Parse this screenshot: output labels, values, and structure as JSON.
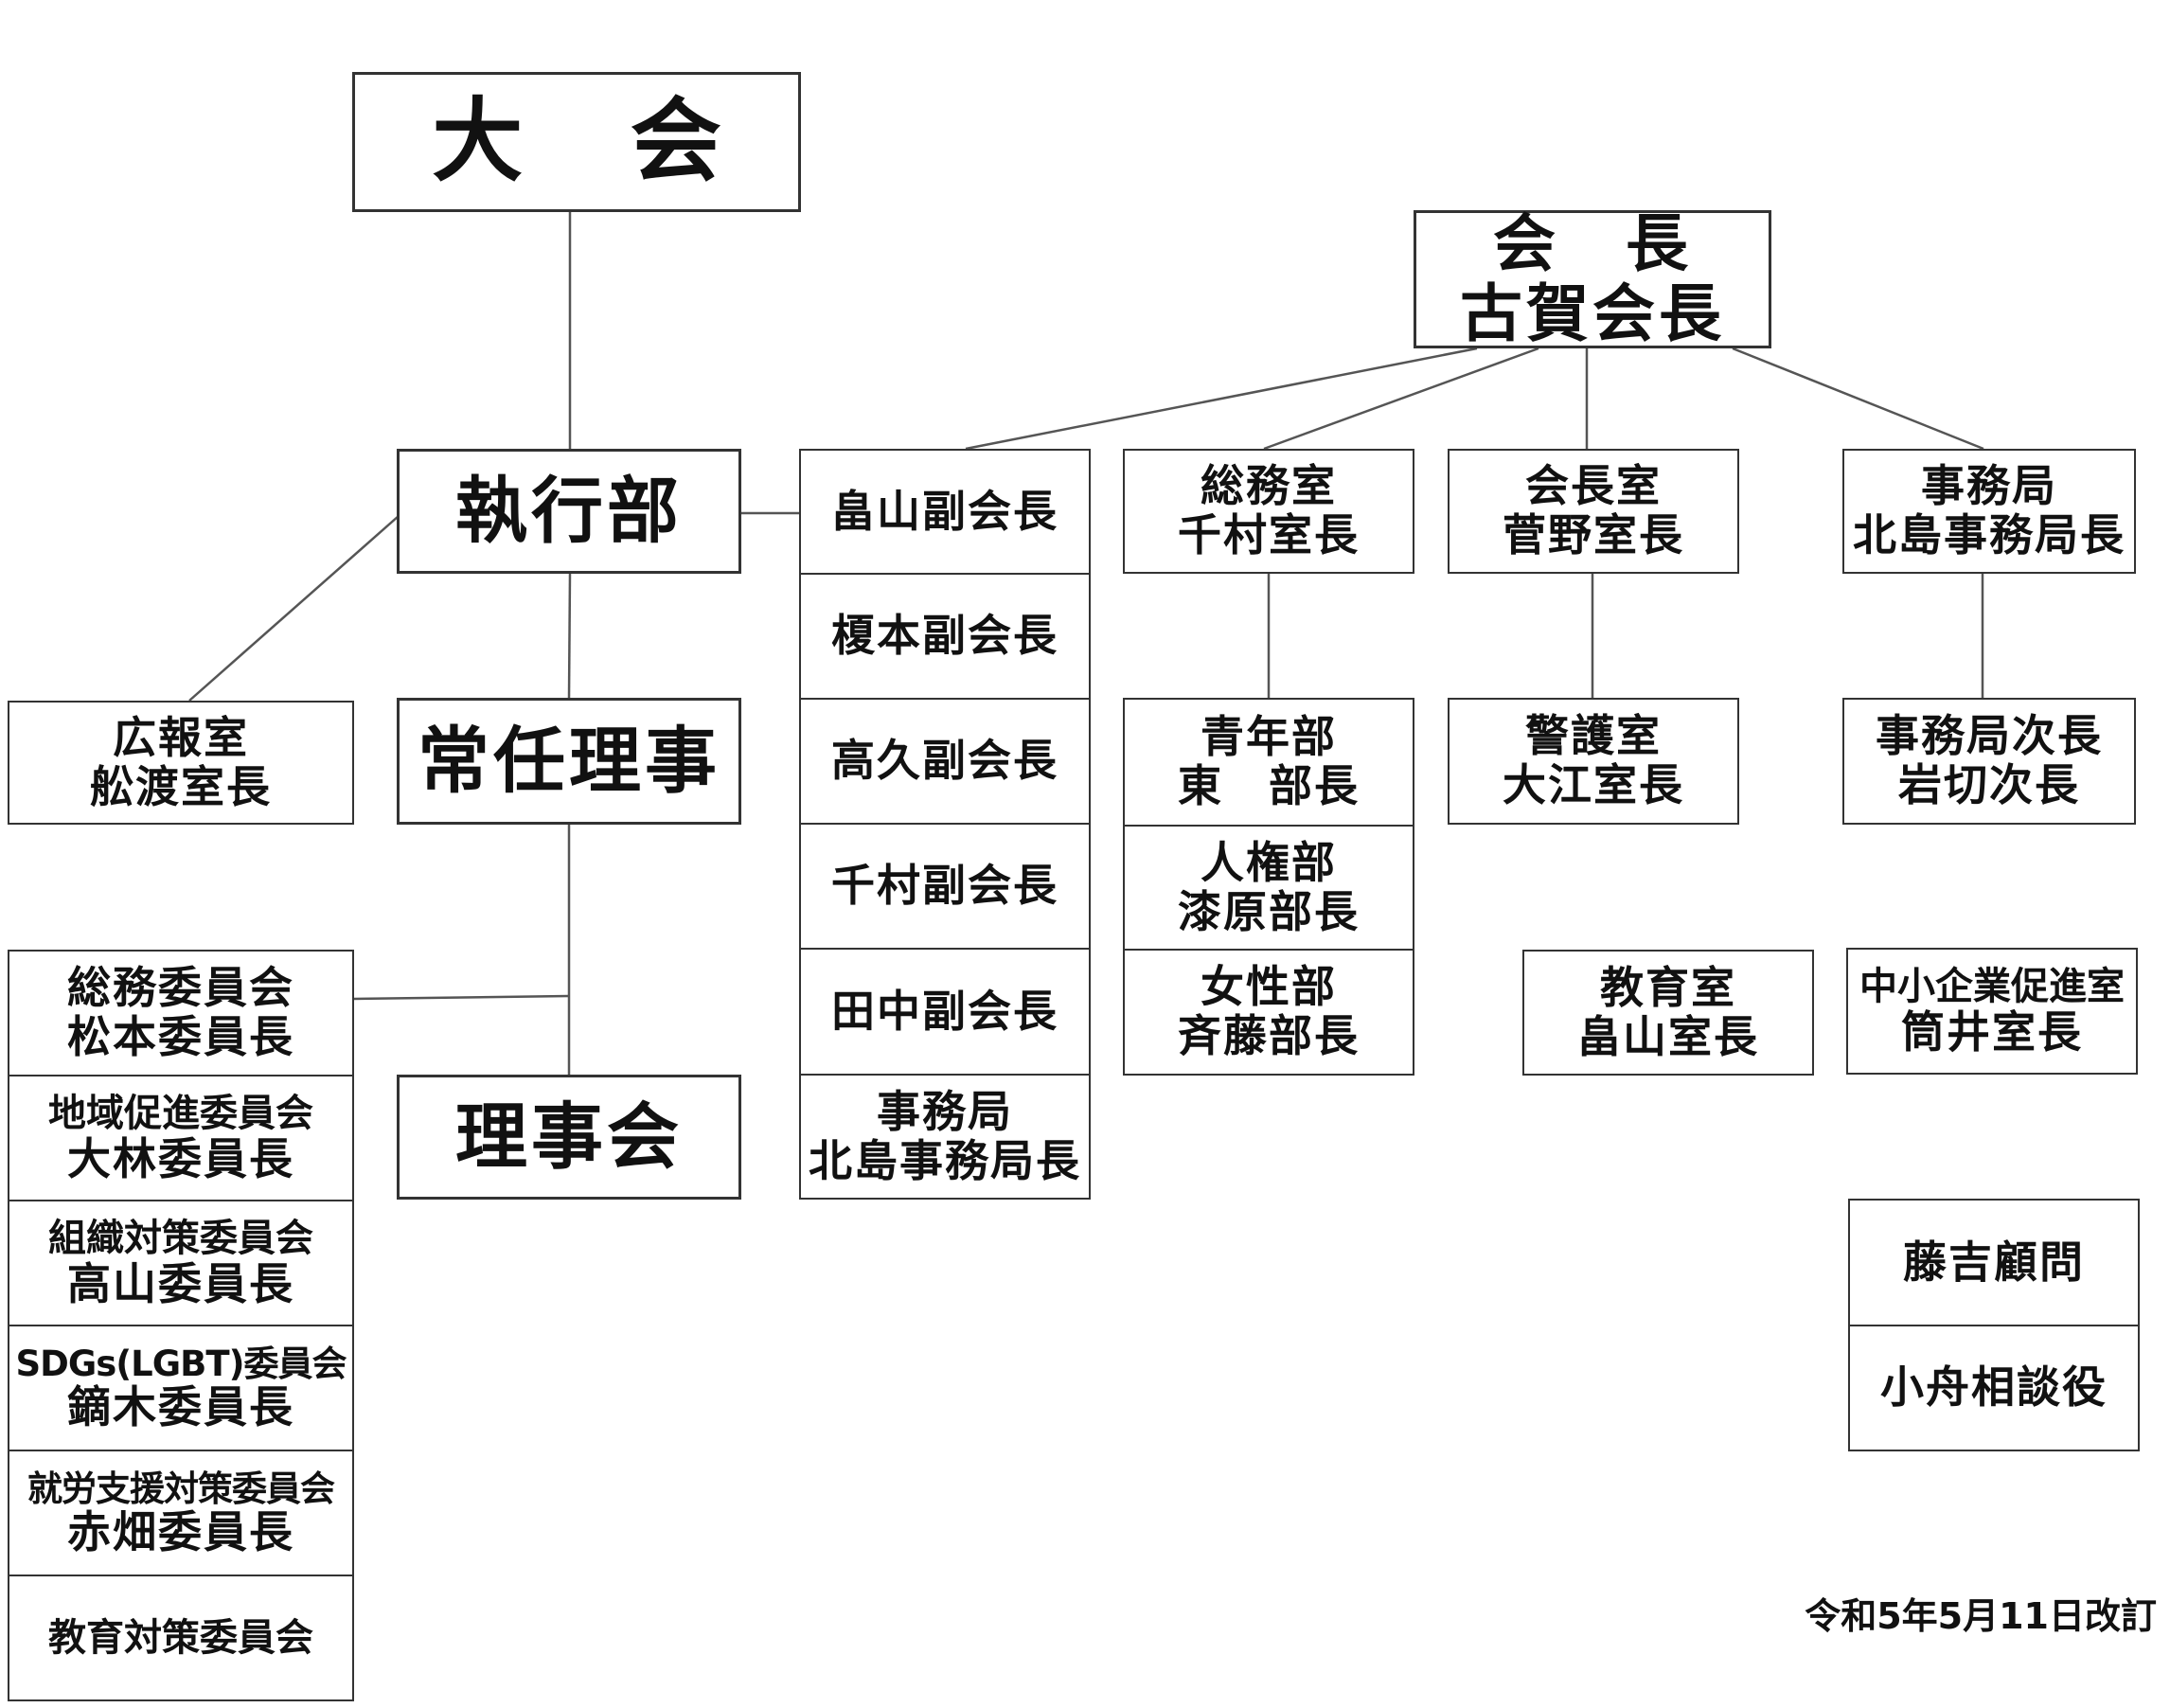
{
  "title_box": "大 会",
  "president": {
    "title": "会　長",
    "name": "古賀会長"
  },
  "executive": "執行部",
  "standing": "常任理事",
  "board": "理事会",
  "public_relations": {
    "line1": "広報室",
    "line2": "舩渡室長"
  },
  "vice_presidents": [
    "畠山副会長",
    "榎本副会長",
    "高久副会長",
    "千村副会長",
    "田中副会長",
    {
      "line1": "事務局",
      "line2": "北島事務局長"
    }
  ],
  "general_affairs": {
    "line1": "総務室",
    "line2": "千村室長"
  },
  "president_office": {
    "line1": "会長室",
    "line2": "菅野室長"
  },
  "secretariat": {
    "line1": "事務局",
    "line2": "北島事務局長"
  },
  "departments": [
    {
      "line1": "青年部",
      "line2": "東　部長"
    },
    {
      "line1": "人権部",
      "line2": "漆原部長"
    },
    {
      "line1": "女性部",
      "line2": "斉藤部長"
    }
  ],
  "security_office": {
    "line1": "警護室",
    "line2": "大江室長"
  },
  "deputy_secretariat": {
    "line1": "事務局次長",
    "line2": "岩切次長"
  },
  "education_office": {
    "line1": "教育室",
    "line2": "畠山室長"
  },
  "sme_office": {
    "line1": "中小企業促進室",
    "line2": "筒井室長"
  },
  "advisors": [
    "藤吉顧問",
    "小舟相談役"
  ],
  "committees": [
    {
      "line1": "総務委員会",
      "line2": "松本委員長"
    },
    {
      "line1": "地域促進委員会",
      "line2": "大林委員長"
    },
    {
      "line1": "組織対策委員会",
      "line2": "高山委員長"
    },
    {
      "line1": "SDGs(LGBT)委員会",
      "line2": "鏑木委員長"
    },
    {
      "line1": "就労支援対策委員会",
      "line2": "赤畑委員長"
    },
    {
      "line1": "教育対策委員会"
    }
  ],
  "revision": "令和5年5月11日改訂"
}
